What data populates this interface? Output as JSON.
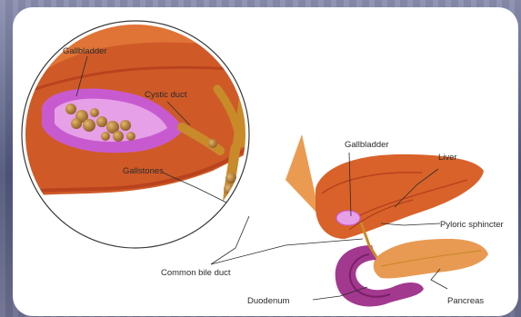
{
  "labels": {
    "gallbladder_zoom": "Gallbladder",
    "cystic_duct": "Cystic duct",
    "gallstones": "Gallstones",
    "gallbladder_small": "Gallbladder",
    "liver": "Liver",
    "pyloric_sphincter": "Pyloric sphincter",
    "common_bile_duct": "Common bile duct",
    "duodenum": "Duodenum",
    "pancreas": "Pancreas"
  },
  "colors": {
    "liver": "#d9622a",
    "liver_dark": "#b8431d",
    "gallbladder": "#c85ad0",
    "gallbladder_light": "#e6a0e8",
    "gallstone": "#b07a3a",
    "bile_duct": "#c98a2a",
    "duodenum": "#a3388f",
    "pancreas": "#e89a52",
    "outline": "#2b2b2b"
  }
}
